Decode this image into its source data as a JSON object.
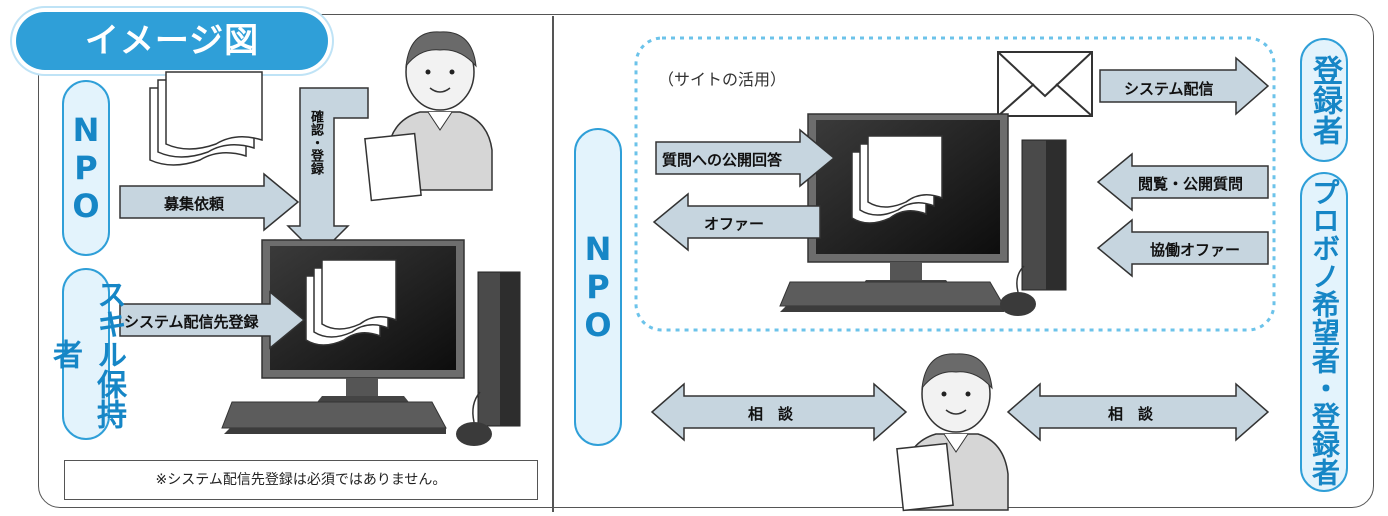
{
  "title": "イメージ図",
  "left_panel": {
    "entities": {
      "npo": "NPO",
      "skill_holder": "スキル保持者"
    },
    "arrows": {
      "recruit": "募集依頼",
      "confirm_register": "確認・登録",
      "system_register": "システム配信先登録"
    },
    "note": "※システム配信先登録は必須ではありません。"
  },
  "right_panel": {
    "entities": {
      "npo": "NPO",
      "registrant": "登録者",
      "probono": "プロボノ希望者・登録者"
    },
    "site_label": "（サイトの活用）",
    "arrows": {
      "system_delivery": "システム配信",
      "public_answer": "質問への公開回答",
      "offer": "オファー",
      "browse_question": "閲覧・公開質問",
      "collab_offer": "協働オファー",
      "consult_left": "相　談",
      "consult_right": "相　談"
    }
  },
  "colors": {
    "accent": "#2f9fd8",
    "pill_fill": "#e3f3fc",
    "arrow_fill": "#c6d5df",
    "dashed_border": "#6cc3ea"
  }
}
